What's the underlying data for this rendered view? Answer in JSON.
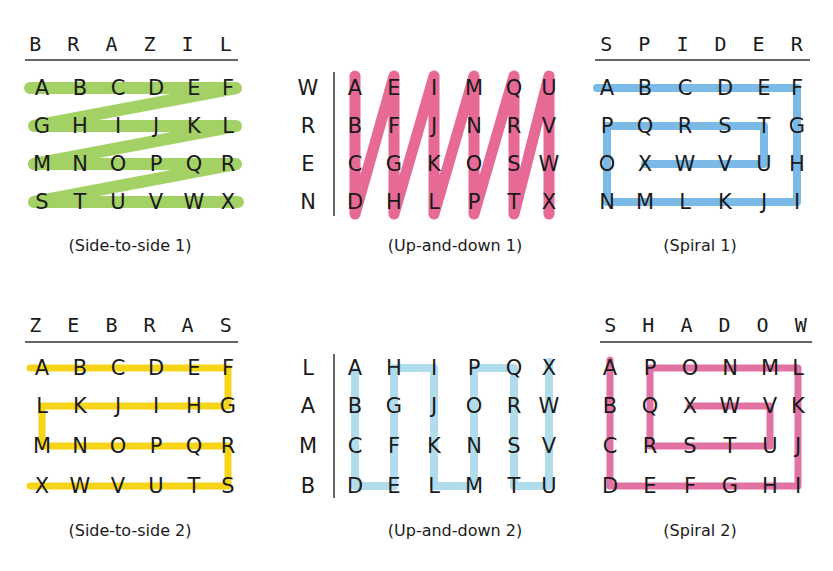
{
  "diagram": {
    "labels": [
      "B R A Z I L",
      "A",
      "B",
      "C",
      "D",
      "E",
      "F",
      "G",
      "H",
      "I",
      "J",
      "K",
      "L",
      "M",
      "N",
      "O",
      "P",
      "Q",
      "R",
      "S",
      "T",
      "U",
      "V",
      "W",
      "X",
      "(Side-to-side 1)",
      "W",
      "R",
      "E",
      "N",
      "A",
      "E",
      "I",
      "M",
      "Q",
      "U",
      "B",
      "F",
      "J",
      "N",
      "R",
      "V",
      "C",
      "G",
      "K",
      "O",
      "S",
      "W",
      "D",
      "H",
      "L",
      "P",
      "T",
      "X",
      "(Up-and-down 1)",
      "S P I D E R",
      "A",
      "B",
      "C",
      "D",
      "E",
      "F",
      "P",
      "Q",
      "R",
      "S",
      "T",
      "G",
      "O",
      "X",
      "W",
      "V",
      "U",
      "H",
      "N",
      "M",
      "L",
      "K",
      "J",
      "I",
      "(Spiral 1)",
      "Z E B R A S",
      "A",
      "B",
      "C",
      "D",
      "E",
      "F",
      "L",
      "K",
      "J",
      "I",
      "H",
      "G",
      "M",
      "N",
      "O",
      "P",
      "Q",
      "R",
      "X",
      "W",
      "V",
      "U",
      "T",
      "S",
      "(Side-to-side 2)",
      "L",
      "A",
      "M",
      "B",
      "A",
      "H",
      "I",
      "P",
      "Q",
      "X",
      "B",
      "G",
      "J",
      "O",
      "R",
      "W",
      "C",
      "F",
      "K",
      "N",
      "S",
      "V",
      "D",
      "E",
      "L",
      "M",
      "T",
      "U",
      "(Up-and-down 2)",
      "S H A D O W",
      "A",
      "P",
      "O",
      "N",
      "M",
      "L",
      "B",
      "Q",
      "X",
      "W",
      "V",
      "K",
      "C",
      "R",
      "S",
      "T",
      "U",
      "J",
      "D",
      "E",
      "F",
      "G",
      "H",
      "I",
      "(Spiral 2)"
    ]
  }
}
